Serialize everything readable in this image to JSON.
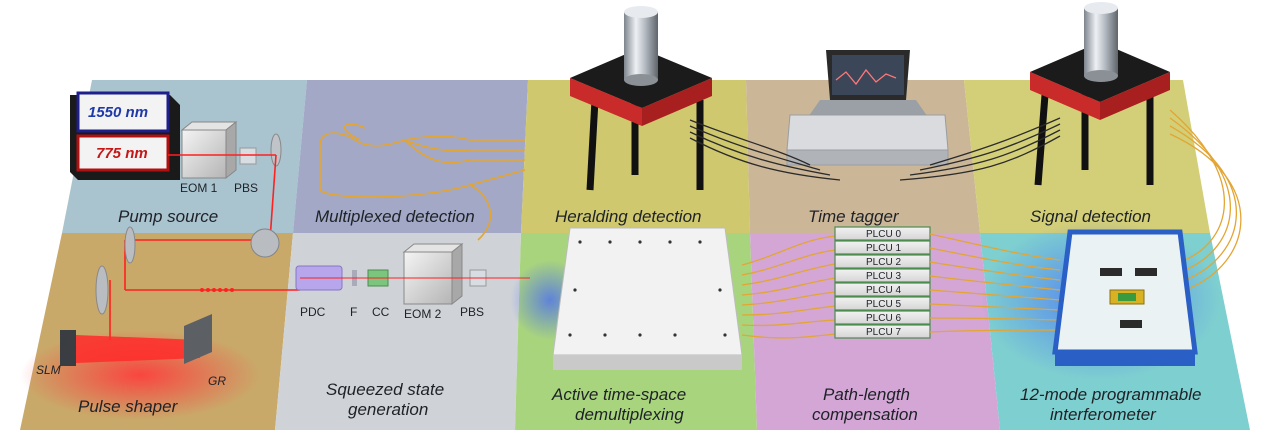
{
  "labels": {
    "pump_source": "Pump source",
    "pulse_shaper": "Pulse shaper",
    "multiplexed_detection": "Multiplexed detection",
    "squeezed_1": "Squeezed state",
    "squeezed_2": "generation",
    "heralding_detection": "Heralding detection",
    "active_1": "Active time-space",
    "active_2": "demultiplexing",
    "time_tagger": "Time tagger",
    "path_1": "Path-length",
    "path_2": "compensation",
    "signal_detection": "Signal detection",
    "interf_1": "12-mode programmable",
    "interf_2": "interferometer"
  },
  "laser": {
    "wl_1550": "1550 nm",
    "wl_775": "775 nm"
  },
  "components": {
    "eom1": "EOM 1",
    "pbs1": "PBS",
    "slm": "SLM",
    "gr": "GR",
    "pdc": "PDC",
    "f": "F",
    "cc": "CC",
    "eom2": "EOM 2",
    "pbs2": "PBS"
  },
  "plcu": [
    "PLCU 0",
    "PLCU 1",
    "PLCU 2",
    "PLCU 3",
    "PLCU 4",
    "PLCU 5",
    "PLCU 6",
    "PLCU 7"
  ],
  "colors": {
    "pump_panel": "#a9c3cf",
    "pulse_panel": "#c9a96a",
    "multiplex_panel": "#a2a8c6",
    "squeezed_panel": "#cfd3d7",
    "herald_panel": "#cfc86f",
    "active_panel": "#a9d47e",
    "tagger_panel": "#cbb698",
    "path_panel": "#d3a6d6",
    "signal_panel": "#d3cf78",
    "interf_panel": "#7ecfd0",
    "fiber": "#e3a533",
    "laser": "#ff2020"
  }
}
